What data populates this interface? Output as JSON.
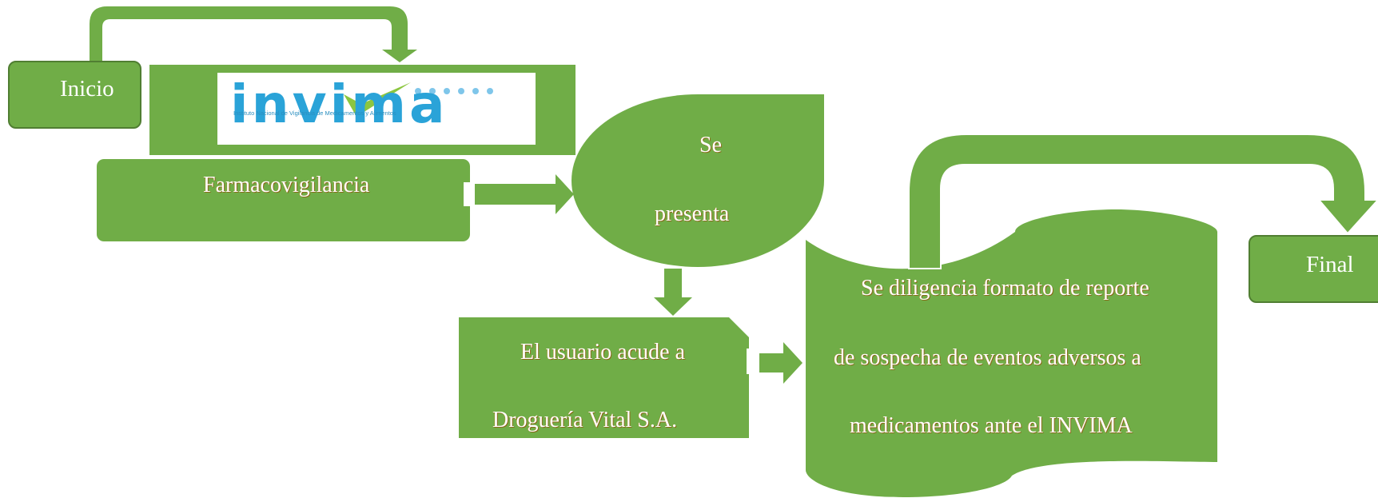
{
  "diagram": {
    "start_label": "Inicio",
    "logo": {
      "name": "invima",
      "subtitle": "Instituto Nacional de Vigilancia de Medicamentos y Alimentos"
    },
    "farmacovigilancia_label": "Farmacovigilancia",
    "se_presenta": {
      "line1": "Se",
      "line2": "presenta"
    },
    "usuario": {
      "line1": "El usuario acude a",
      "line2": "Droguería Vital S.A."
    },
    "diligencia": {
      "line1": "Se diligencia formato de reporte",
      "line2": "de sospecha de eventos adversos a",
      "line3": "medicamentos ante el INVIMA"
    },
    "end_label": "Final"
  },
  "colors": {
    "shape_fill": "#70ad47",
    "shape_stroke": "#507e32",
    "logo_blue": "#2aa3d8",
    "logo_green": "#8cc63f"
  }
}
